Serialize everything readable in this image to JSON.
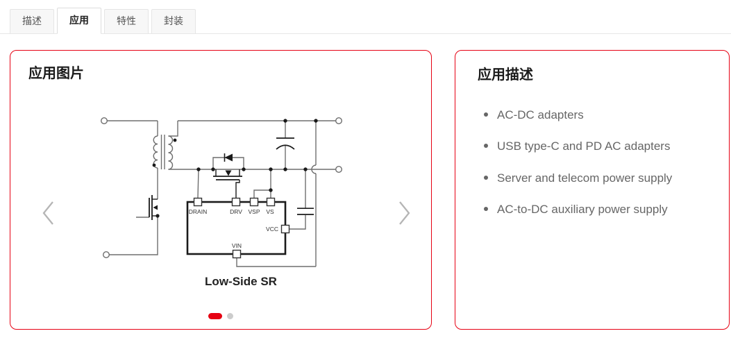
{
  "tabs": [
    {
      "label": "描述",
      "active": false
    },
    {
      "label": "应用",
      "active": true
    },
    {
      "label": "特性",
      "active": false
    },
    {
      "label": "封装",
      "active": false
    }
  ],
  "left_panel": {
    "title": "应用图片",
    "carousel": {
      "dot_count": 2,
      "active_dot_index": 0
    }
  },
  "circuit": {
    "caption": "Low-Side SR",
    "pins": {
      "drain": "DRAIN",
      "drv": "DRV",
      "vsp": "VSP",
      "vs": "VS",
      "vcc": "VCC",
      "vin": "VIN"
    }
  },
  "right_panel": {
    "title": "应用描述",
    "items": [
      "AC-DC adapters",
      "USB type-C and PD AC adapters",
      "Server and telecom power supply",
      "AC-to-DC auxiliary power supply"
    ]
  },
  "colors": {
    "accent_red": "#e60012",
    "inactive_dot": "#cccccc",
    "tab_text": "#555555",
    "list_text": "#666666",
    "wire_gray": "#6e6e6e"
  }
}
